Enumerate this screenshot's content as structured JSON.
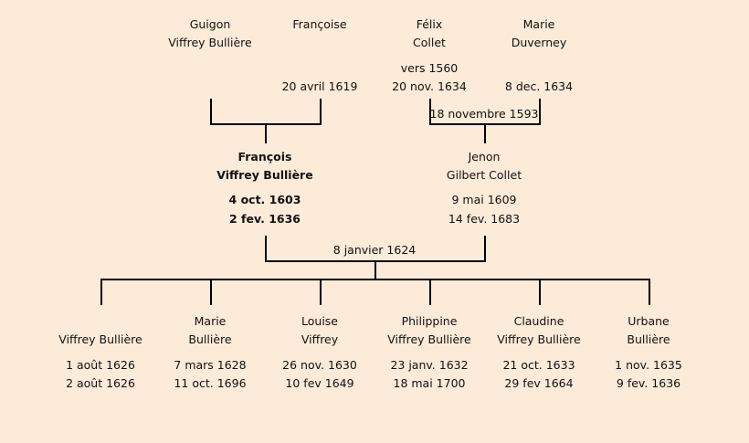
{
  "grandparents": {
    "guigon": {
      "first": "Guigon",
      "last": "Viffrey Bullière"
    },
    "francoise": {
      "first": "Françoise",
      "death": "20 avril 1619"
    },
    "felix": {
      "first": "Félix",
      "last": "Collet",
      "birth": "vers 1560",
      "death": "20 nov. 1634"
    },
    "marie": {
      "first": "Marie",
      "last": "Duverney",
      "death": "8 dec. 1634"
    },
    "marriage_right": "18 novembre 1593"
  },
  "parents": {
    "francois": {
      "first": "François",
      "last": "Viffrey Bullière",
      "birth": "4 oct. 1603",
      "death": "2 fev. 1636"
    },
    "jenon": {
      "first": "Jenon",
      "last": "Gilbert Collet",
      "birth": "9 mai 1609",
      "death": "14 fev. 1683"
    },
    "marriage": "8 janvier 1624"
  },
  "children": [
    {
      "first": "",
      "last": "Viffrey Bullière",
      "birth": "1 août 1626",
      "death": "2 août 1626"
    },
    {
      "first": "Marie",
      "last": "Bullière",
      "birth": "7 mars 1628",
      "death": "11 oct. 1696"
    },
    {
      "first": "Louise",
      "last": "Viffrey",
      "birth": "26 nov. 1630",
      "death": "10 fev 1649"
    },
    {
      "first": "Philippine",
      "last": "Viffrey Bullière",
      "birth": "23 janv. 1632",
      "death": "18 mai 1700"
    },
    {
      "first": "Claudine",
      "last": "Viffrey Bullière",
      "birth": "21 oct. 1633",
      "death": "29 fev 1664"
    },
    {
      "first": "Urbane",
      "last": "Bullière",
      "birth": "1 nov. 1635",
      "death": "9 fev. 1636"
    }
  ]
}
